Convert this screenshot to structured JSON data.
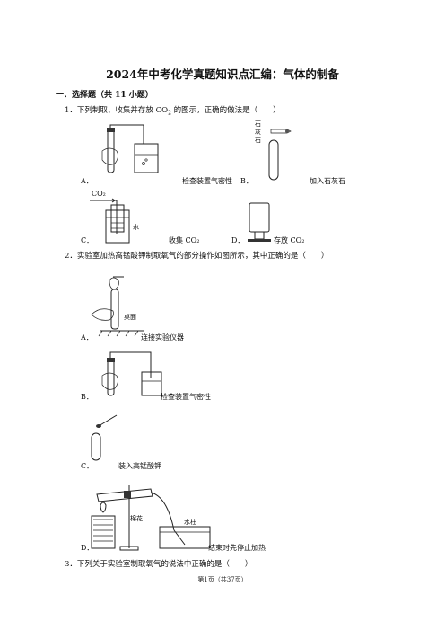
{
  "doc": {
    "title": "2024年中考化学真题知识点汇编：气体的制备",
    "section": "一．选择题（共 11 小题）",
    "q1": {
      "stem": "1．下列制取、收集并存放 CO",
      "stem_sub": "2",
      "stem_tail": " 的图示，正确的做法是（　　）",
      "a_label": "A．",
      "a_caption": "检查装置气密性",
      "b_label": "B．",
      "b_caption": "加入石灰石",
      "b_figure_text": [
        "石",
        "灰",
        "石"
      ],
      "c_label": "C．",
      "c_caption": "收集 CO₂",
      "c_figure_gas": "CO₂",
      "c_figure_water": "水",
      "d_label": "D．",
      "d_caption": "存放 CO₂"
    },
    "q2": {
      "stem": "2．实验室加热高锰酸钾制取氧气的部分操作如图所示，其中正确的是（　　）",
      "a_label": "A．",
      "a_caption": "连接实验仪器",
      "a_figure_text": "桌面",
      "b_label": "B．",
      "b_caption": "检查装置气密性",
      "c_label": "C．",
      "c_caption": "装入高锰酸钾",
      "d_label": "D．",
      "d_caption": "结束时先停止加热",
      "d_figure_cotton": "棉花",
      "d_figure_water": "水柱"
    },
    "q3": {
      "stem": "3．下列关于实验室制取氧气的说法中正确的是（　　）"
    },
    "footer": "第1页（共37页）"
  }
}
